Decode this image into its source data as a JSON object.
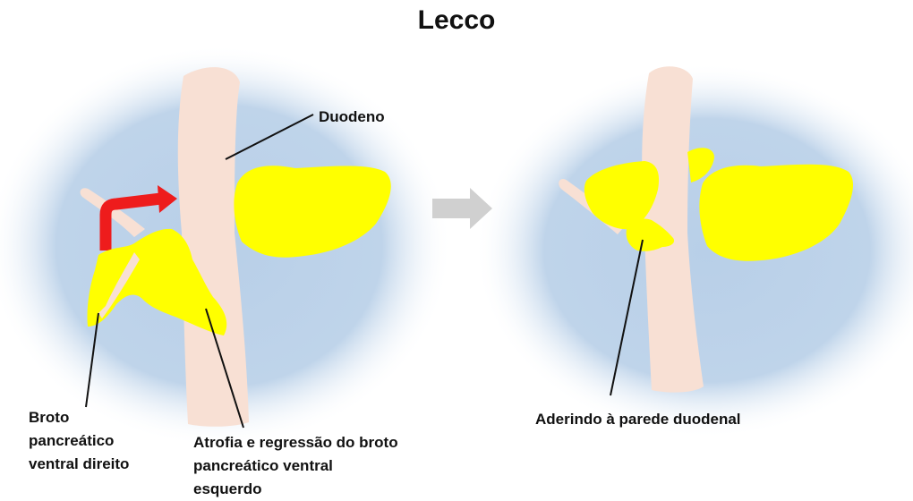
{
  "title": "Lecco",
  "labels": {
    "duodeno": "Duodeno",
    "broto_direito": [
      "Broto",
      "pancreático",
      "ventral direito"
    ],
    "atrofia": [
      "Atrofia e regressão do broto",
      "pancreático ventral",
      "esquerdo"
    ],
    "aderindo": "Aderindo à parede duodenal"
  },
  "colors": {
    "background_glow": "#b8cfe8",
    "duodenum": "#f8e0d4",
    "pancreas": "#ffff00",
    "arrow_red": "#ee1c1c",
    "arrow_gray": "#d0d0d0",
    "leader_lines": "#111111"
  }
}
